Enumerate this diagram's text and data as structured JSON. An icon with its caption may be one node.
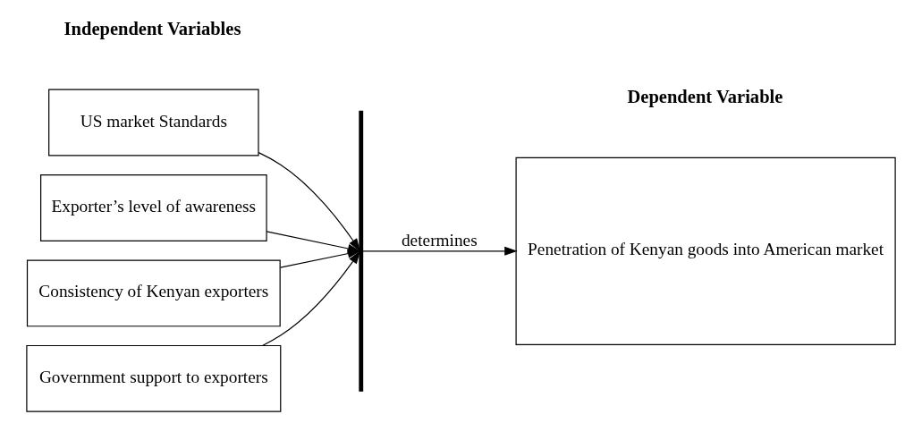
{
  "diagram": {
    "nodes": [
      {
        "text": [
          "US market Standards"
        ]
      },
      {
        "text": [
          "Exporter’s level of awareness"
        ]
      },
      {
        "text": [
          "Consistency of Kenyan exporters"
        ]
      },
      {
        "text": [
          "Government support to exporters"
        ]
      },
      {
        "text": [],
        "shape": "bar"
      },
      {
        "text": [
          "Penetration of Kenyan goods into American market"
        ]
      }
    ],
    "edges": [
      {
        "from": 0,
        "to": 4,
        "arrow": "to"
      },
      {
        "from": 1,
        "to": 4,
        "arrow": "to"
      },
      {
        "from": 2,
        "to": 4,
        "arrow": "to"
      },
      {
        "from": 3,
        "to": 4,
        "arrow": "to"
      },
      {
        "from": 4,
        "to": 5,
        "arrow": "to",
        "label": "determines"
      }
    ],
    "labels": [
      "Independent Variables",
      "Dependent Variable"
    ]
  }
}
